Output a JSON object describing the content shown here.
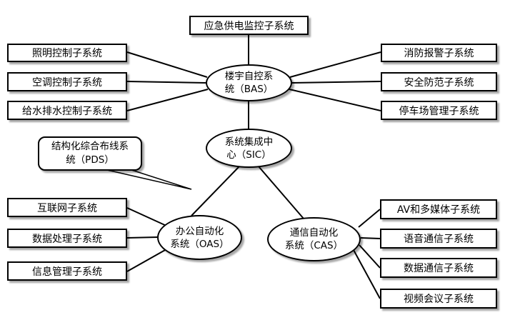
{
  "top_box": "应急供电监控子系统",
  "bas": {
    "line1": "楼宇自控系",
    "line2": "统（BAS）"
  },
  "bas_left": [
    "照明控制子系统",
    "空调控制子系统",
    "给水排水控制子系统"
  ],
  "bas_right": [
    "消防报警子系统",
    "安全防范子系统",
    "停车场管理子系统"
  ],
  "sic": {
    "line1": "系统集成中",
    "line2": "心（SIC）"
  },
  "pds": {
    "line1": "结构化综合布线系",
    "line2": "统（PDS）"
  },
  "oas": {
    "line1": "办公自动化",
    "line2": "系统（OAS）"
  },
  "oas_left": [
    "互联网子系统",
    "数据处理子系统",
    "信息管理子系统"
  ],
  "cas": {
    "line1": "通信自动化",
    "line2": "系统（CAS）"
  },
  "cas_right": [
    "AV和多媒体子系统",
    "语音通信子系统",
    "数据通信子系统",
    "视频会议子系统"
  ]
}
